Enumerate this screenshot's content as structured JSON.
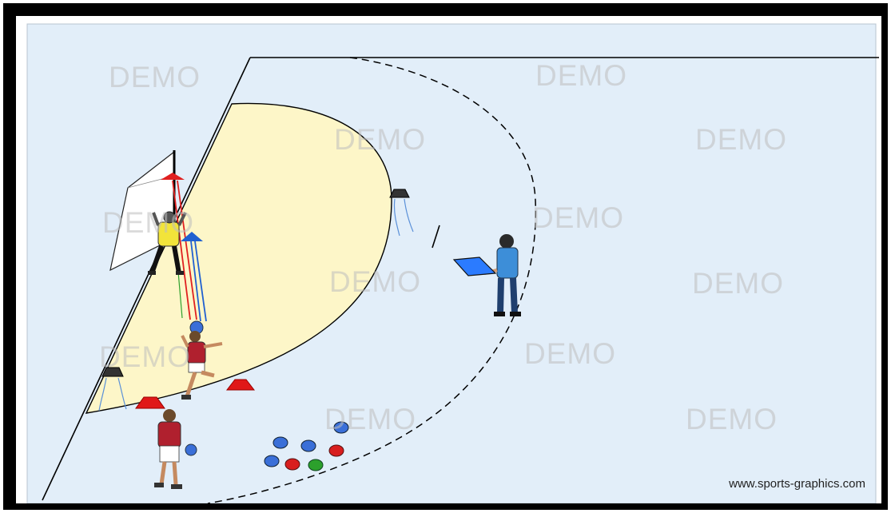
{
  "diagram": {
    "watermark_text": "DEMO",
    "credit": "www.sports-graphics.com",
    "colors": {
      "frame": "#000000",
      "court": "#e2eef9",
      "goal_area": "#fdf6c8",
      "court_line": "#000000",
      "shot_red": "#e02020",
      "shot_blue": "#2060d0",
      "ball_blue": "#3a6fd8",
      "ball_red": "#d81e1e",
      "ball_green": "#2ca02c",
      "cone_red": "#e01818",
      "player_shirt": "#b0202e",
      "goalkeeper_shirt": "#f2e43a",
      "coach_shirt": "#3d8ed8",
      "clipboard": "#2b7bff"
    },
    "elements": [
      "handball-goal",
      "goalkeeper",
      "shooting-player",
      "waiting-player",
      "coach-with-clipboard",
      "cone-markers",
      "ball-pile",
      "shot-arrows"
    ]
  }
}
